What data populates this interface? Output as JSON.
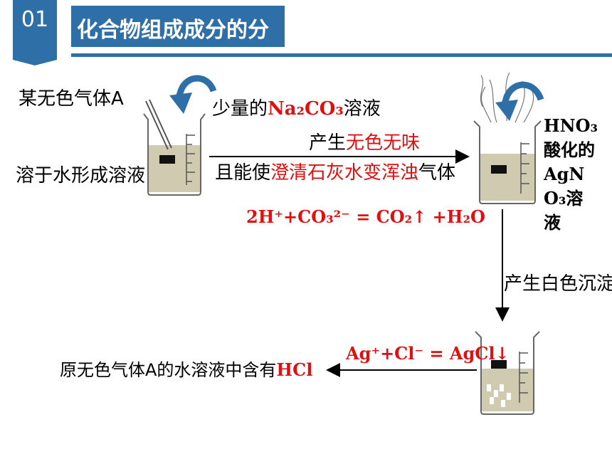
{
  "header": {
    "number": "01",
    "title": "化合物组成成分的分析"
  },
  "labels": {
    "gas_a": "某无色气体A",
    "dissolve": "溶于水形成溶液",
    "reagent1_prefix": "少量的",
    "reagent1_formula": "Na₂CO₃",
    "reagent1_suffix": "溶液",
    "result1_prefix": "产生",
    "result1_red": "无色无味",
    "result2_prefix": "且能使",
    "result2_red": "澄清石灰水变浑浊",
    "result2_suffix": "气体",
    "reaction1": "2H⁺+CO₃²⁻ = CO₂↑ +H₂O",
    "reagent2": "HNO₃酸化的AgNO₃溶液",
    "result3": "产生白色沉淀",
    "reaction2": "Ag⁺+Cl⁻ = AgCl↓",
    "conclusion_prefix": "原无色气体A的水溶液中含有",
    "conclusion_red": "HCl"
  },
  "colors": {
    "header_blue": "#2f6fa8",
    "red": "#e01010",
    "blue": "#1a62c8",
    "beaker_liquid": "#cfcab0"
  }
}
